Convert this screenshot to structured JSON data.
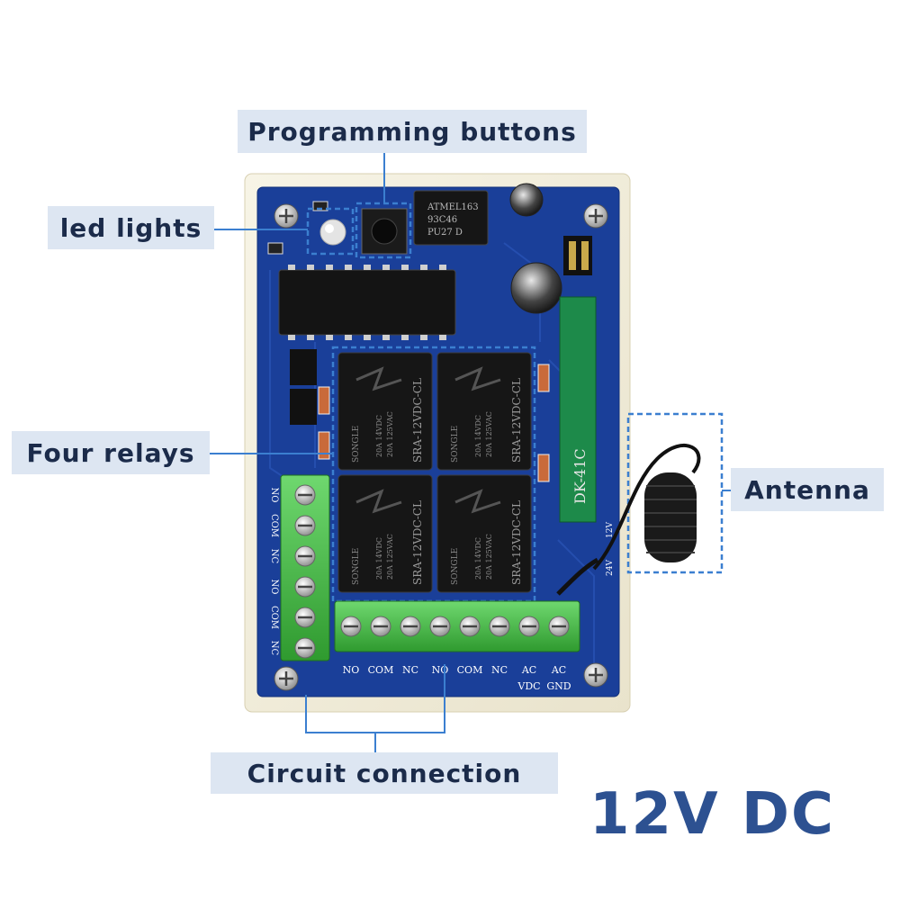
{
  "callouts": {
    "programming_buttons": "Programming buttons",
    "led_lights": "led lights",
    "four_relays": "Four relays",
    "antenna": "Antenna",
    "circuit_connection": "Circuit connection"
  },
  "voltage_label": "12V DC",
  "board": {
    "bottom_terminals": [
      "NO",
      "COM",
      "NC",
      "NO",
      "COM",
      "NC",
      "AC",
      "AC"
    ],
    "bottom_sublabels": [
      "VDC",
      "GND"
    ],
    "side_terminals": [
      "NO",
      "COM",
      "NC",
      "NO",
      "COM",
      "NC"
    ],
    "relay_model": "SRA-12VDC-CL",
    "relay_brand": "SONGLE",
    "relay_rating": [
      "20A 14VDC",
      "20A 125VAC"
    ],
    "chip_label": [
      "ATMEL163",
      "93C46",
      "PU27 D"
    ],
    "module_label": "DK-41C",
    "jumper_labels": [
      "12V",
      "24V"
    ]
  },
  "colors": {
    "board": "#1a3f99",
    "terminal": "#4cc44c",
    "callout_bg": "#dde6f2",
    "callout_text": "#1b2b4a",
    "accent": "#2d5191",
    "guide_line": "#3b7fd0"
  }
}
